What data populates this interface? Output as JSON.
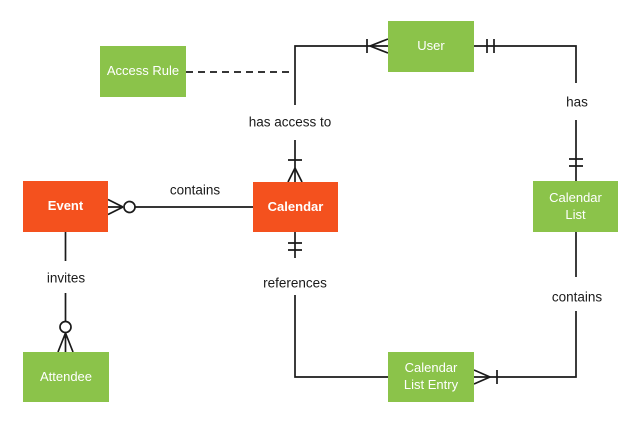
{
  "diagram": {
    "type": "entity-relationship",
    "notation": "crows-foot",
    "colors": {
      "primary_entity": "#f4511e",
      "secondary_entity": "#8bc34a",
      "connector": "#1a1a1a",
      "entity_text": "#ffffff",
      "label_text": "#1a1a1a",
      "background": "#ffffff"
    },
    "entities": [
      {
        "id": "access-rule",
        "label": "Access Rule",
        "style": "secondary"
      },
      {
        "id": "user",
        "label": "User",
        "style": "secondary"
      },
      {
        "id": "event",
        "label": "Event",
        "style": "primary"
      },
      {
        "id": "calendar",
        "label": "Calendar",
        "style": "primary"
      },
      {
        "id": "calendar-list",
        "label": "Calendar List",
        "style": "secondary"
      },
      {
        "id": "attendee",
        "label": "Attendee",
        "style": "secondary"
      },
      {
        "id": "calendar-list-entry",
        "label": "Calendar List Entry",
        "style": "secondary"
      }
    ],
    "relationships": [
      {
        "id": "access-rule-calendar",
        "from": "Access Rule",
        "to": "Calendar",
        "label": "",
        "line": "dashed",
        "from_cardinality": "none",
        "to_cardinality": "none"
      },
      {
        "id": "user-calendar",
        "from": "User",
        "to": "Calendar",
        "label": "has access to",
        "line": "solid",
        "from_cardinality": "one-or-many",
        "to_cardinality": "one-or-many"
      },
      {
        "id": "user-calendar-list",
        "from": "User",
        "to": "Calendar List",
        "label": "has",
        "line": "solid",
        "from_cardinality": "exactly-one",
        "to_cardinality": "exactly-one"
      },
      {
        "id": "event-calendar",
        "from": "Event",
        "to": "Calendar",
        "label": "contains",
        "line": "solid",
        "from_cardinality": "zero-or-many",
        "to_cardinality": "none"
      },
      {
        "id": "event-attendee",
        "from": "Event",
        "to": "Attendee",
        "label": "invites",
        "line": "solid",
        "from_cardinality": "none",
        "to_cardinality": "zero-or-many"
      },
      {
        "id": "calendar-calendar-list-entry",
        "from": "Calendar",
        "to": "Calendar List Entry",
        "label": "references",
        "line": "solid",
        "from_cardinality": "exactly-one",
        "to_cardinality": "none"
      },
      {
        "id": "calendar-list-calendar-list-entry",
        "from": "Calendar List",
        "to": "Calendar List Entry",
        "label": "contains",
        "line": "solid",
        "from_cardinality": "none",
        "to_cardinality": "one-or-many"
      }
    ]
  }
}
